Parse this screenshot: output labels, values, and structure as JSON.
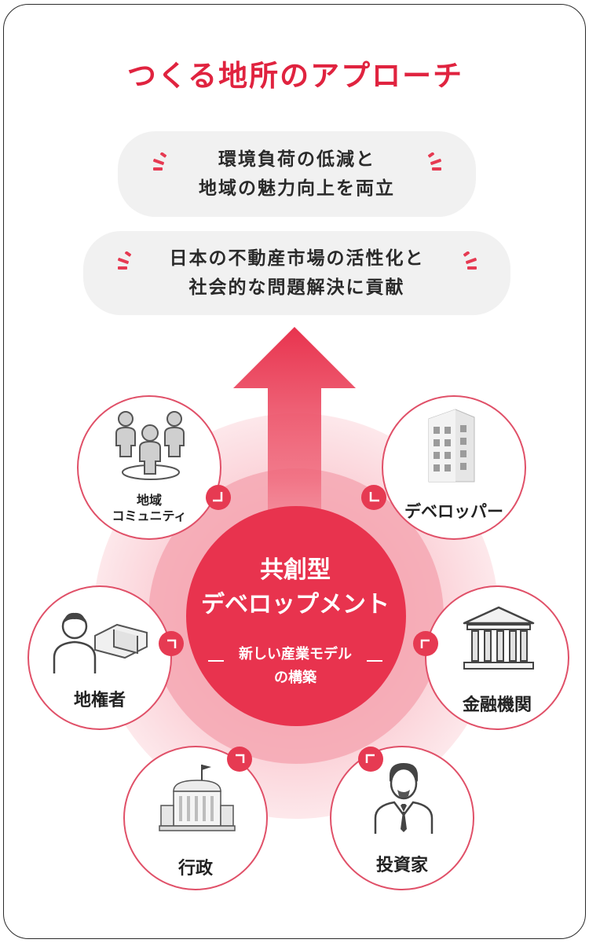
{
  "title": "つくる地所のアプローチ",
  "goals": [
    {
      "line1": "環境負荷の低減と",
      "line2": "地域の魅力向上を両立"
    },
    {
      "line1": "日本の不動産市場の活性化と",
      "line2": "社会的な問題解決に貢献"
    }
  ],
  "center": {
    "title_line1": "共創型",
    "title_line2": "デベロップメント",
    "subtitle_line1": "新しい産業モデル",
    "subtitle_line2": "の構築"
  },
  "stakeholders": {
    "community": {
      "line1": "地域",
      "line2": "コミュニティ"
    },
    "developer": "デベロッパー",
    "landowner": "地権者",
    "finance": "金融機関",
    "government": "行政",
    "investor": "投資家"
  },
  "colors": {
    "accent": "#e0233f",
    "core": "#e8334e",
    "ring_outer": "#fce4e7",
    "ring_mid": "#f7b9c2",
    "goal_bg": "#f1f1f1",
    "text": "#222222"
  },
  "icons": {
    "community": "people-group-icon",
    "developer": "office-building-icon",
    "landowner": "person-with-land-icon",
    "finance": "bank-icon",
    "government": "government-building-icon",
    "investor": "businessman-icon"
  }
}
